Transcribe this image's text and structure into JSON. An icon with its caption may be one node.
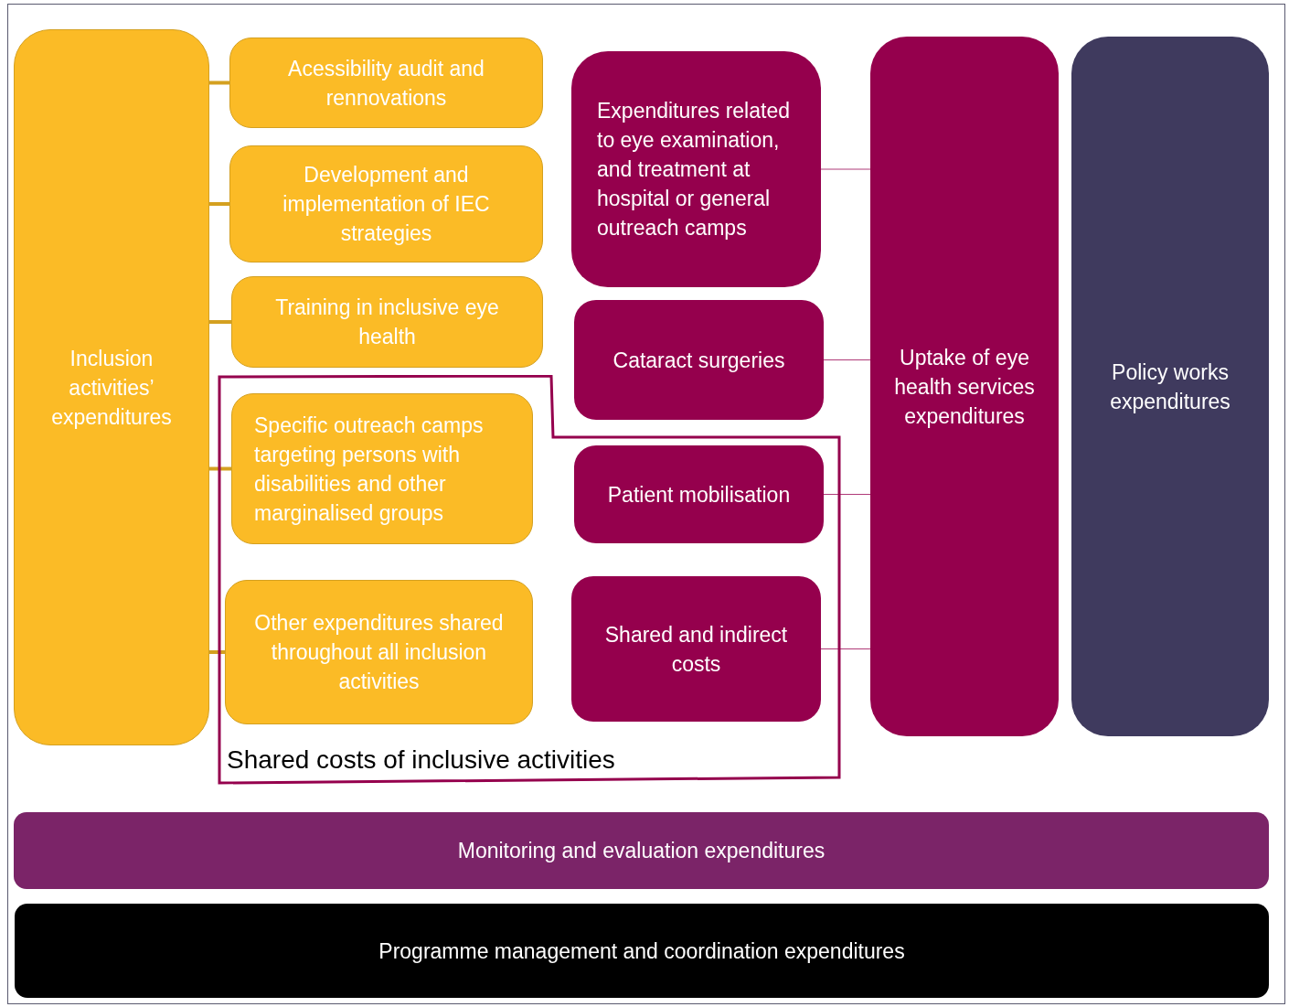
{
  "diagram": {
    "nodes": [
      {
        "text": [
          "Inclusion activities’ expenditures"
        ]
      },
      {
        "text": [
          "Acessibility audit and rennovations"
        ]
      },
      {
        "text": [
          "Development and implementation of IEC strategies"
        ]
      },
      {
        "text": [
          "Training in inclusive eye health"
        ]
      },
      {
        "text": [
          "Shared costs of inclusive activities"
        ]
      },
      {
        "text": [
          "Specific outreach camps targeting persons with disabilities and other marginalised groups"
        ],
        "in": 4
      },
      {
        "text": [
          "Other expenditures shared throughout all inclusion activities"
        ],
        "in": 4
      },
      {
        "text": [
          "Expenditures related to eye examination, and treatment at hospital or general outreach camps"
        ]
      },
      {
        "text": [
          "Cataract surgeries"
        ]
      },
      {
        "text": [
          "Patient mobilisation"
        ],
        "in": 4
      },
      {
        "text": [
          "Shared and indirect costs"
        ],
        "in": 4
      },
      {
        "text": [
          "Uptake of eye health services expenditures"
        ]
      },
      {
        "text": [
          "Policy works expenditures"
        ]
      },
      {
        "text": [
          "Monitoring and evaluation expenditures"
        ]
      },
      {
        "text": [
          "Programme management and coordination expenditures"
        ]
      }
    ],
    "edges": [
      {
        "from": 0,
        "to": 1,
        "arrow": "none"
      },
      {
        "from": 0,
        "to": 2,
        "arrow": "none"
      },
      {
        "from": 0,
        "to": 3,
        "arrow": "none"
      },
      {
        "from": 0,
        "to": 5,
        "arrow": "none"
      },
      {
        "from": 0,
        "to": 6,
        "arrow": "none"
      },
      {
        "from": 7,
        "to": 11,
        "arrow": "none",
        "color": "#b03a78"
      },
      {
        "from": 8,
        "to": 11,
        "arrow": "none",
        "color": "#b03a78"
      },
      {
        "from": 9,
        "to": 11,
        "arrow": "none",
        "color": "#b03a78"
      },
      {
        "from": 10,
        "to": 11,
        "arrow": "none",
        "color": "#b03a78"
      }
    ]
  }
}
